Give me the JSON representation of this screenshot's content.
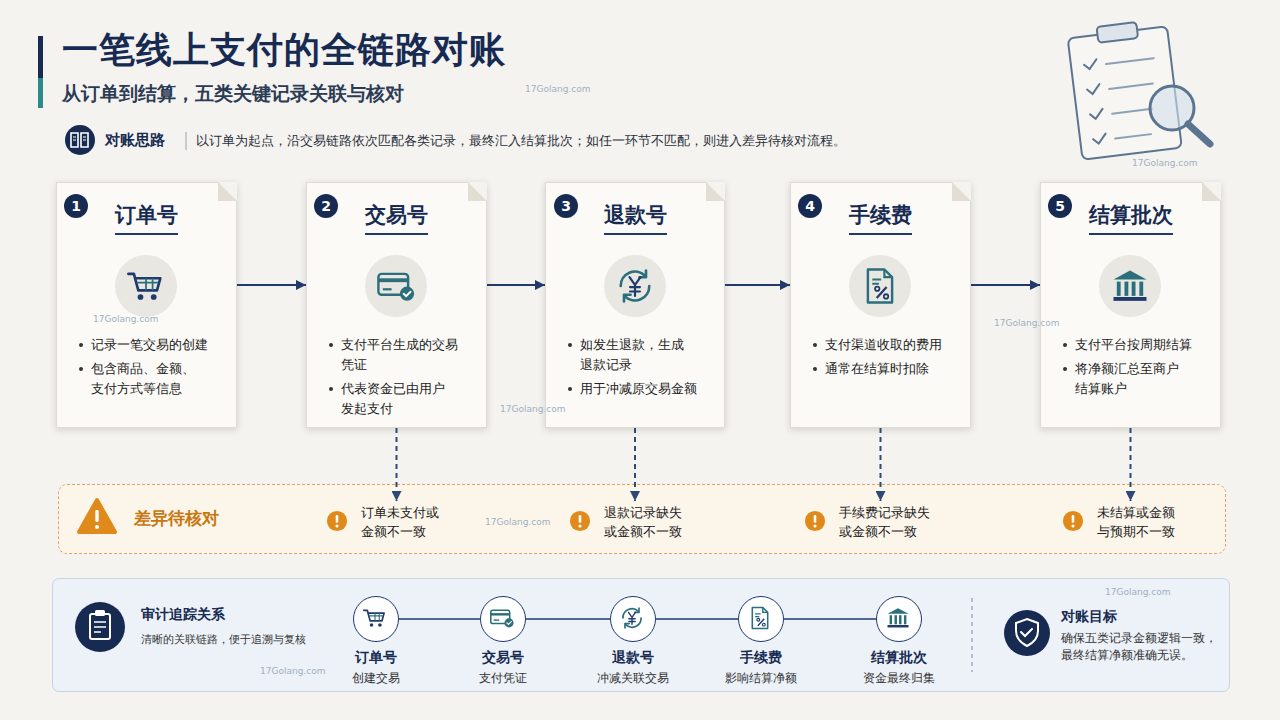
{
  "diagram": {
    "title": "一笔线上支付的全链路对账",
    "nodes": [
      {
        "text": [
          "订单号",
          "记录一笔交易的创建",
          "包含商品、金额、支付方式等信息"
        ]
      },
      {
        "text": [
          "交易号",
          "支付平台生成的交易凭证",
          "代表资金已由用户发起支付"
        ]
      },
      {
        "text": [
          "退款号",
          "如发生退款，生成退款记录",
          "用于冲减原交易金额"
        ]
      },
      {
        "text": [
          "手续费",
          "支付渠道收取的费用",
          "通常在结算时扣除"
        ]
      },
      {
        "text": [
          "结算批次",
          "支付平台按周期结算",
          "将净额汇总至商户结算账户"
        ]
      },
      {
        "text": [
          "差异待核对"
        ]
      },
      {
        "text": [
          "订单未支付或金额不一致"
        ],
        "in": 5
      },
      {
        "text": [
          "退款记录缺失或金额不一致"
        ],
        "in": 5
      },
      {
        "text": [
          "手续费记录缺失或金额不一致"
        ],
        "in": 5
      },
      {
        "text": [
          "未结算或金额与预期不一致"
        ],
        "in": 5
      },
      {
        "text": [
          "审计追踪关系",
          "清晰的关联链路，便于追溯与复核"
        ]
      },
      {
        "text": [
          "订单号",
          "创建交易"
        ],
        "in": 10
      },
      {
        "text": [
          "交易号",
          "支付凭证"
        ],
        "in": 10
      },
      {
        "text": [
          "退款号",
          "冲减关联交易"
        ],
        "in": 10
      },
      {
        "text": [
          "手续费",
          "影响结算净额"
        ],
        "in": 10
      },
      {
        "text": [
          "结算批次",
          "资金最终归集"
        ],
        "in": 10
      },
      {
        "text": [
          "对账目标",
          "确保五类记录金额逻辑一致，最终结算净额准确无误。"
        ],
        "in": 10
      }
    ],
    "edges": [
      {
        "from": 0,
        "to": 1,
        "arrow": "to"
      },
      {
        "from": 1,
        "to": 2,
        "arrow": "to"
      },
      {
        "from": 2,
        "to": 3,
        "arrow": "to"
      },
      {
        "from": 3,
        "to": 4,
        "arrow": "to"
      },
      {
        "from": 1,
        "to": 6,
        "arrow": "to"
      },
      {
        "from": 2,
        "to": 7,
        "arrow": "to"
      },
      {
        "from": 3,
        "to": 8,
        "arrow": "to"
      },
      {
        "from": 4,
        "to": 9,
        "arrow": "to"
      },
      {
        "from": 11,
        "to": 12,
        "arrow": "none"
      },
      {
        "from": 12,
        "to": 13,
        "arrow": "none"
      },
      {
        "from": 13,
        "to": 14,
        "arrow": "none"
      },
      {
        "from": 14,
        "to": 15,
        "arrow": "none"
      }
    ],
    "labels": [
      "从订单到结算，五类关键记录关联与核对",
      "对账思路",
      "以订单为起点，沿交易链路依次匹配各类记录，最终汇入结算批次；如任一环节不匹配，则进入差异待核对流程。",
      "1",
      "2",
      "3",
      "4",
      "5",
      "17Golang.com",
      "17Golang.com",
      "17Golang.com",
      "17Golang.com",
      "17Golang.com",
      "17Golang.com",
      "17Golang.com",
      "17Golang.com"
    ]
  }
}
